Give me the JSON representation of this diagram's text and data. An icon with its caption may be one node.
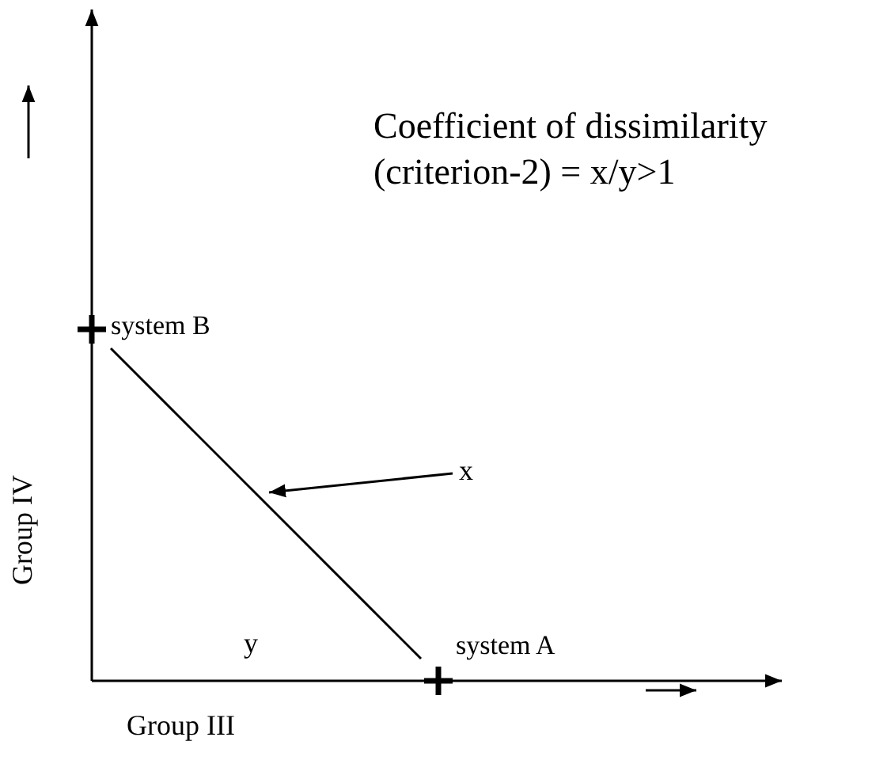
{
  "diagram": {
    "nodes": [
      {
        "text": [
          "system B"
        ]
      },
      {
        "text": [
          "system A"
        ]
      },
      {
        "text": [
          "x"
        ]
      }
    ],
    "edges": [
      {
        "from": 0,
        "to": 1,
        "arrow": "none"
      },
      {
        "from": 2,
        "to": null,
        "arrow": "to"
      }
    ],
    "labels": [
      "Coefficient of dissimilarity (criterion-2) = x/y>1",
      "Group IV",
      "y",
      "Group III"
    ]
  }
}
